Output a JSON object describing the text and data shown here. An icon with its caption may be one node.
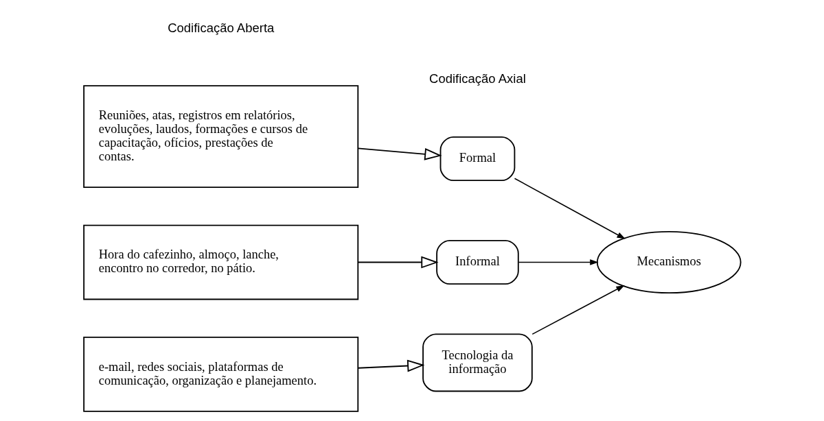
{
  "diagram": {
    "nodes": [
      {
        "text": [
          "Reuniões, atas, registros em relatórios, evoluções, laudos, formações e cursos de capacitação, ofícios, prestações de contas."
        ]
      },
      {
        "text": [
          "Formal"
        ]
      },
      {
        "text": [
          "Hora do cafezinho, almoço, lanche, encontro no corredor, no pátio."
        ]
      },
      {
        "text": [
          "Informal"
        ]
      },
      {
        "text": [
          "e-mail, redes sociais, plataformas de comunicação, organização e planejamento."
        ]
      },
      {
        "text": [
          "Tecnologia da informação"
        ]
      },
      {
        "text": [
          "Mecanismos"
        ]
      }
    ],
    "edges": [
      {
        "from": 0,
        "to": 1,
        "arrow": "to"
      },
      {
        "from": 2,
        "to": 3,
        "arrow": "to"
      },
      {
        "from": 4,
        "to": 5,
        "arrow": "to"
      },
      {
        "from": 1,
        "to": 6,
        "arrow": "to"
      },
      {
        "from": 3,
        "to": 6,
        "arrow": "to"
      },
      {
        "from": 5,
        "to": 6,
        "arrow": "to"
      }
    ],
    "labels": [
      "Codificação Aberta",
      "Codificação Axial"
    ]
  }
}
